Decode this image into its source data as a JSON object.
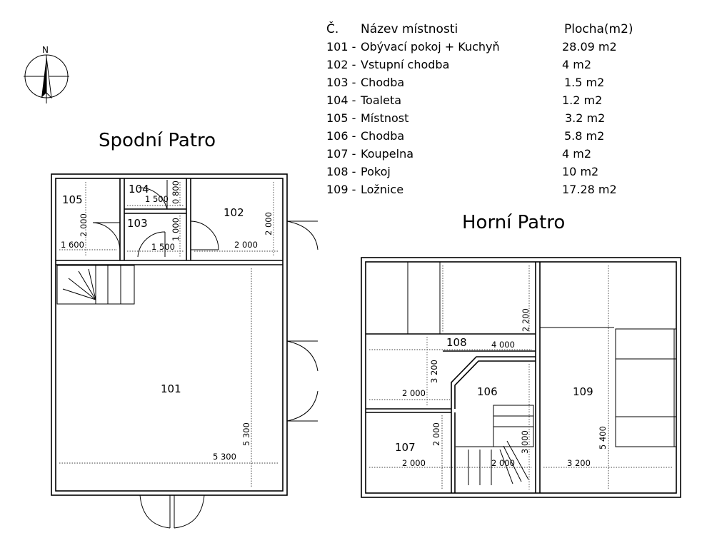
{
  "legend": {
    "col_number": "Č.",
    "col_name": "Název místnosti",
    "col_area": "Plocha(m2)",
    "rows": [
      {
        "code": "101 - ",
        "name": "Obývací pokoj + Kuchyň",
        "area": "28.09 m2"
      },
      {
        "code": "102 - ",
        "name": "Vstupní chodba",
        "area": "4 m2"
      },
      {
        "code": "103 - ",
        "name": "Chodba",
        "area": "1.5 m2"
      },
      {
        "code": "104 - ",
        "name": "Toaleta",
        "area": "1.2 m2"
      },
      {
        "code": "105 - ",
        "name": "Místnost",
        "area": "3.2 m2"
      },
      {
        "code": "106 - ",
        "name": "Chodba",
        "area": "5.8 m2"
      },
      {
        "code": "107 - ",
        "name": "Koupelna",
        "area": "4 m2"
      },
      {
        "code": "108 - ",
        "name": "Pokoj",
        "area": "10 m2"
      },
      {
        "code": "109 - ",
        "name": "Ložnice",
        "area": "17.28 m2"
      }
    ]
  },
  "compass": {
    "label": "N"
  },
  "lower_floor": {
    "title": "Spodní Patro",
    "rooms": {
      "r101": "101",
      "r102": "102",
      "r103": "103",
      "r104": "104",
      "r105": "105"
    },
    "dims": {
      "d105_h": "2 000",
      "d105_w": "1 600",
      "d104_w": "1 500",
      "d104_h": "0 800",
      "d103_w": "1 500",
      "d103_h": "1 000",
      "d102_w": "2 000",
      "d102_h": "2 000",
      "d101_w": "5 300",
      "d101_h": "5 300"
    }
  },
  "upper_floor": {
    "title": "Horní Patro",
    "rooms": {
      "r106": "106",
      "r107": "107",
      "r108": "108",
      "r109": "109"
    },
    "dims": {
      "d108_top_h": "2 200",
      "d108_w": "4 000",
      "d108_h": "3 200",
      "d108_w2": "2 000",
      "d107_h": "2 000",
      "d107_w": "2 000",
      "d106_h": "3 000",
      "d106_w": "2 000",
      "d109_h": "5 400",
      "d109_w": "3 200"
    }
  }
}
